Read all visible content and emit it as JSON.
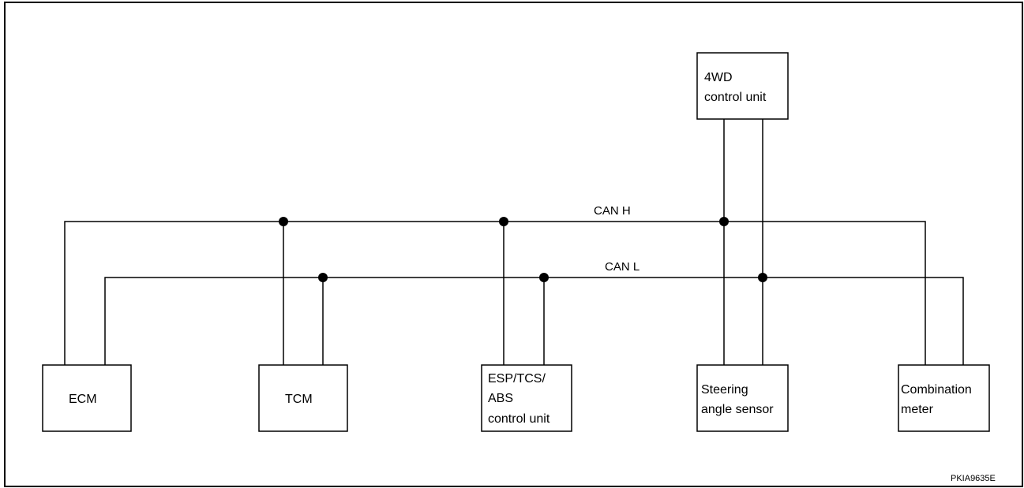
{
  "diagram": {
    "bus": {
      "can_h": "CAN H",
      "can_l": "CAN L"
    },
    "units": {
      "ecm": [
        "ECM"
      ],
      "tcm": [
        "TCM"
      ],
      "esp": [
        "ESP/TCS/",
        "ABS",
        "control unit"
      ],
      "steering": [
        "Steering",
        "angle sensor"
      ],
      "combination": [
        "Combination",
        "meter"
      ],
      "fourwd": [
        "4WD",
        "control unit"
      ]
    },
    "figure_code": "PKIA9635E"
  }
}
